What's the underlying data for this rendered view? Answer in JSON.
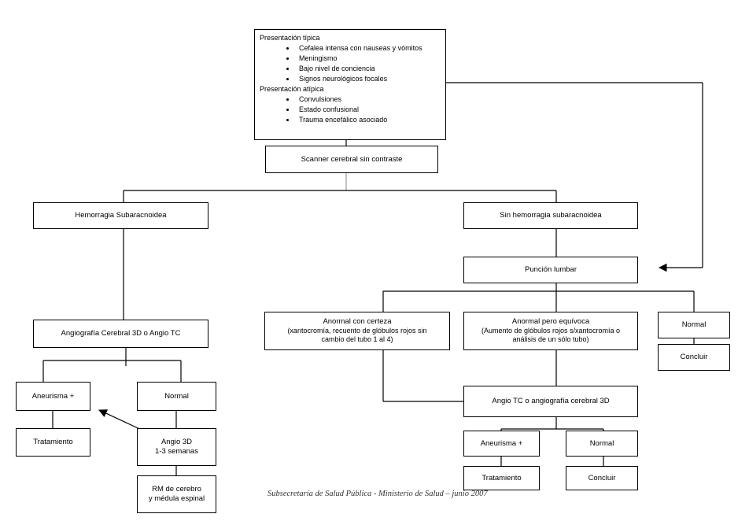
{
  "presentation": {
    "typical_title": "Presentación típica",
    "typical_items": [
      "Cefalea intensa con nauseas y vómitos",
      "Meningismo",
      "Bajo nivel de conciencia",
      "Signos neurológicos focales"
    ],
    "atypical_title": "Presentación atípica",
    "atypical_items": [
      "Convulsiones",
      "Estado confusional",
      "Trauma encefálico asociado"
    ]
  },
  "nodes": {
    "scanner": "Scanner  cerebral sin contraste",
    "hsa": "Hemorragia Subaracnoidea",
    "sin_hsa": "Sin hemorragia subaracnoidea",
    "puncion": "Punción lumbar",
    "angio_left": "Angiografía Cerebral 3D o Angio TC",
    "aneurisma_left": "Aneurisma +",
    "normal_left": "Normal",
    "tratamiento_left": "Tratamiento",
    "angio3d_title": "Angio 3D",
    "angio3d_sub": "1-3 semanas",
    "rm_line1": "RM de cerebro",
    "rm_line2": "y médula espinal",
    "anormal_certeza_title": "Anormal con certeza",
    "anormal_certeza_sub": "(xantocromía, recuento de glóbulos rojos sin cambio del tubo 1 al 4)",
    "anormal_equivoca_title": "Anormal pero equívoca",
    "anormal_equivoca_sub": "(Aumento de glóbulos rojos s/xantocromía o análisis de un sólo tubo)",
    "normal_right": "Normal",
    "concluir_right": "Concluir",
    "angio_tc_right": "Angio TC o angiografía cerebral 3D",
    "aneurisma_right": "Aneurisma +",
    "normal_bottom": "Normal",
    "tratamiento_right": "Tratamiento",
    "concluir_bottom": "Concluir"
  },
  "footer": "Subsecretaría de Salud Pública -   Ministerio de Salud – junio 2007"
}
